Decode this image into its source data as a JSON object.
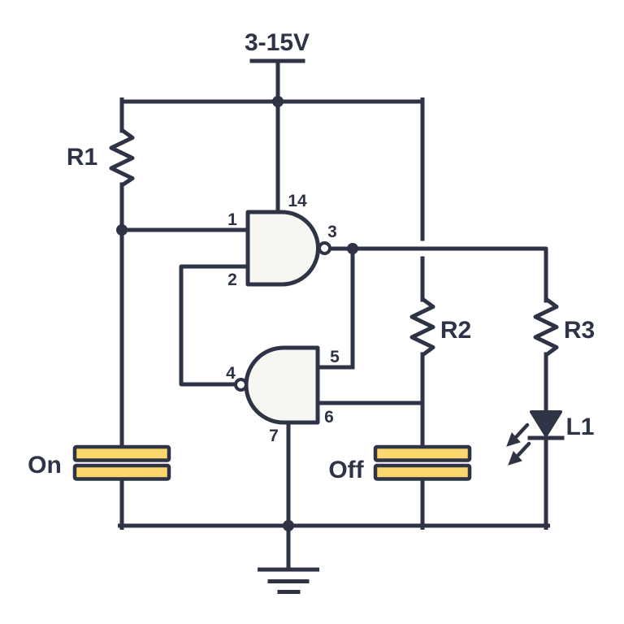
{
  "diagram": {
    "type": "circuit-schematic",
    "description": "NAND gate touch on-off latch circuit with LED indicator"
  },
  "power": {
    "label": "3-15V"
  },
  "gate1": {
    "pin_in_a": "1",
    "pin_in_b": "2",
    "pin_out": "3",
    "pin_vcc": "14"
  },
  "gate2": {
    "pin_out": "4",
    "pin_in_a": "5",
    "pin_in_b": "6",
    "pin_gnd": "7"
  },
  "components": {
    "r1_label": "R1",
    "r2_label": "R2",
    "r3_label": "R3",
    "led_label": "L1",
    "touch_on_label": "On",
    "touch_off_label": "Off"
  },
  "colors": {
    "ink": "#2e3346",
    "plate_fill": "#fbd76e",
    "gate_fill": "#f6f6f3",
    "background": "#ffffff"
  }
}
